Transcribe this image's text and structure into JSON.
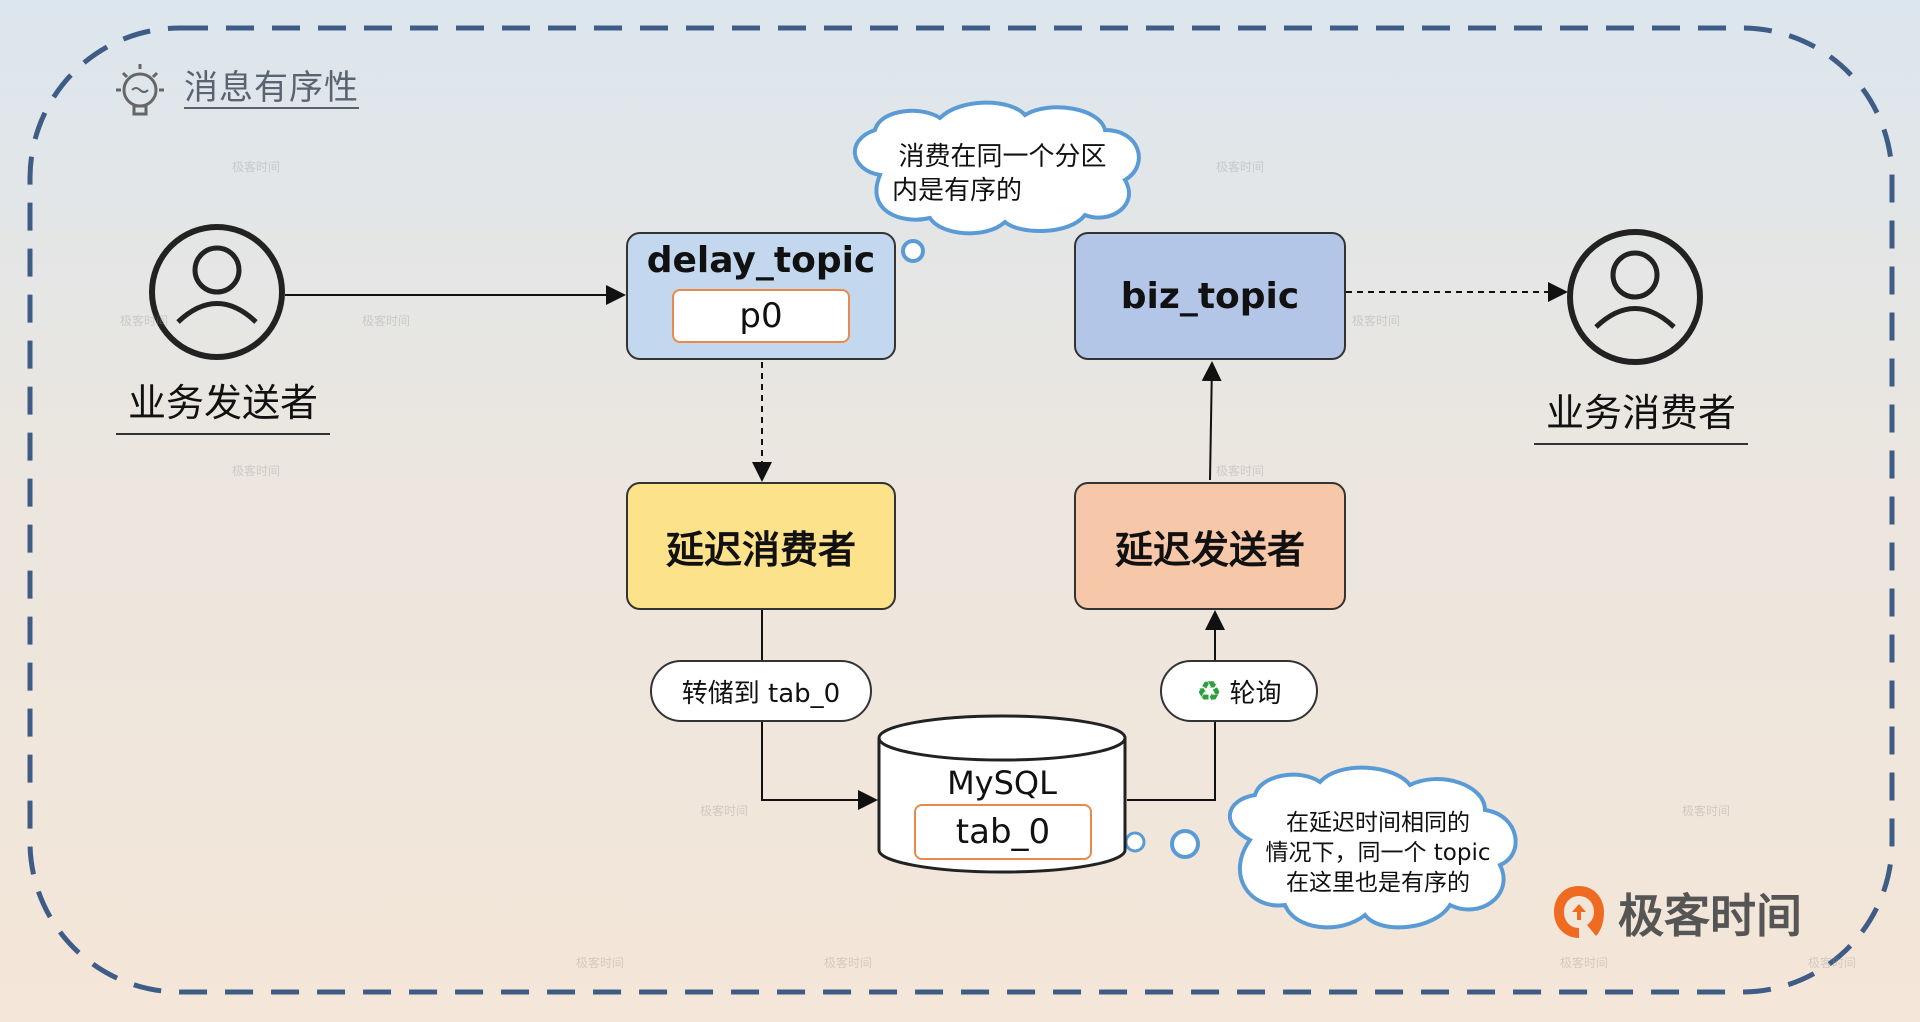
{
  "title": "消息有序性",
  "nodes": {
    "business_sender": "业务发送者",
    "business_consumer": "业务消费者",
    "delay_topic": "delay_topic",
    "delay_topic_partition": "p0",
    "biz_topic": "biz_topic",
    "delay_consumer": "延迟消费者",
    "delay_sender": "延迟发送者",
    "mysql": "MySQL",
    "mysql_table": "tab_0"
  },
  "edges": {
    "store_label": "转储到 tab_0",
    "poll_label": "轮询",
    "poll_icon": "recycle-icon"
  },
  "notes": {
    "note1_line1": "消费在同一个分区",
    "note1_line2": "内是有序的",
    "note2_line1": "在延迟时间相同的",
    "note2_line2": "情况下，同一个 topic",
    "note2_line3": "在这里也是有序的"
  },
  "brand": "极客时间",
  "watermark": "极客时间",
  "colors": {
    "delay_topic_fill": "#c3d8ee",
    "biz_topic_fill": "#b4c6e7",
    "delay_consumer_fill": "#fde28c",
    "delay_sender_fill": "#f6c7a9",
    "frame_dash": "#3f5c86",
    "inner_border": "#e98a4c",
    "cloud_border": "#5b9bd5",
    "brand_orange": "#f06b22"
  }
}
